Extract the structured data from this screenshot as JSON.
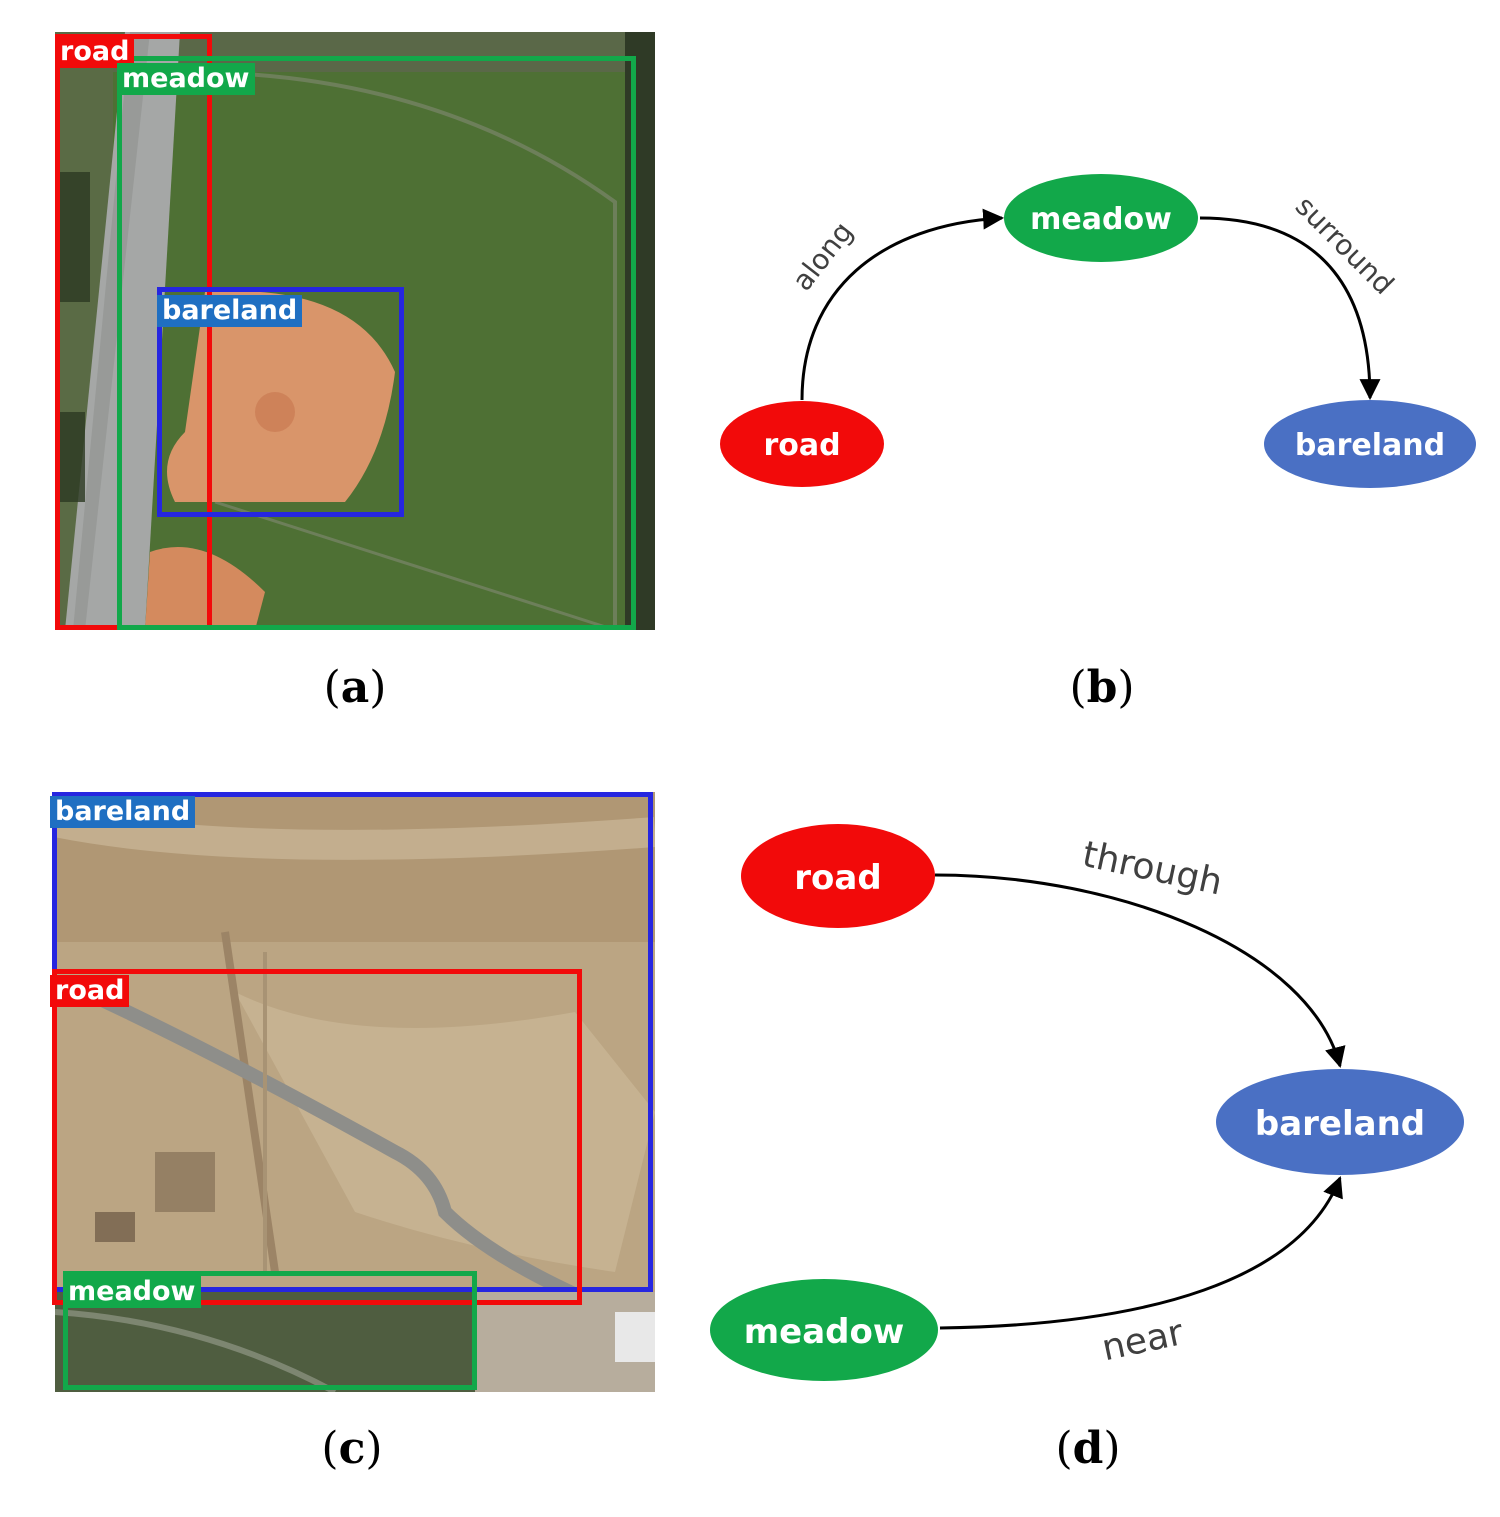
{
  "colors": {
    "road": "#f20a0a",
    "meadow": "#12a84a",
    "bareland": "#4a70c4",
    "bareland_box": "#2626e0",
    "bareland_tag": "#1f6fc2",
    "edge": "#000000"
  },
  "panel_a": {
    "caption": "a",
    "boxes": [
      {
        "label": "road",
        "class": "road"
      },
      {
        "label": "meadow",
        "class": "meadow"
      },
      {
        "label": "bareland",
        "class": "bareland"
      }
    ]
  },
  "panel_b": {
    "caption": "b",
    "nodes": {
      "road": "road",
      "meadow": "meadow",
      "bareland": "bareland"
    },
    "edges": {
      "along": "along",
      "surround": "surround"
    }
  },
  "panel_c": {
    "caption": "c",
    "boxes": [
      {
        "label": "bareland",
        "class": "bareland"
      },
      {
        "label": "road",
        "class": "road"
      },
      {
        "label": "meadow",
        "class": "meadow"
      }
    ]
  },
  "panel_d": {
    "caption": "d",
    "nodes": {
      "road": "road",
      "meadow": "meadow",
      "bareland": "bareland"
    },
    "edges": {
      "through": "through",
      "near": "near"
    }
  }
}
